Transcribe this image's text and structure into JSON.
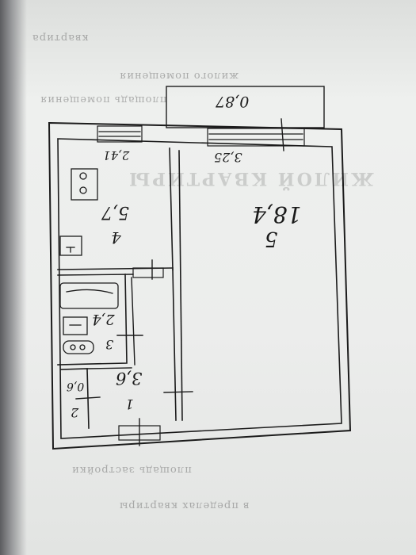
{
  "document": {
    "kind": "floor-plan",
    "background_text": [
      "квартира",
      "жилого помещения",
      "площадь помещения",
      "ЖИЛОЙ КВАРТИРЫ",
      "площадь застройки",
      "в пределах квартиры"
    ],
    "balcony": {
      "area": "0,87"
    },
    "dimensions": {
      "window_kitchen": "2,41",
      "window_room": "3,25"
    },
    "rooms": [
      {
        "number": "5",
        "area": "18,4"
      },
      {
        "number": "4",
        "area": "5,7"
      },
      {
        "number": "3",
        "area": "2,4"
      },
      {
        "number": "2",
        "area": "0,6"
      },
      {
        "number": "1",
        "area": "3,6"
      }
    ]
  }
}
